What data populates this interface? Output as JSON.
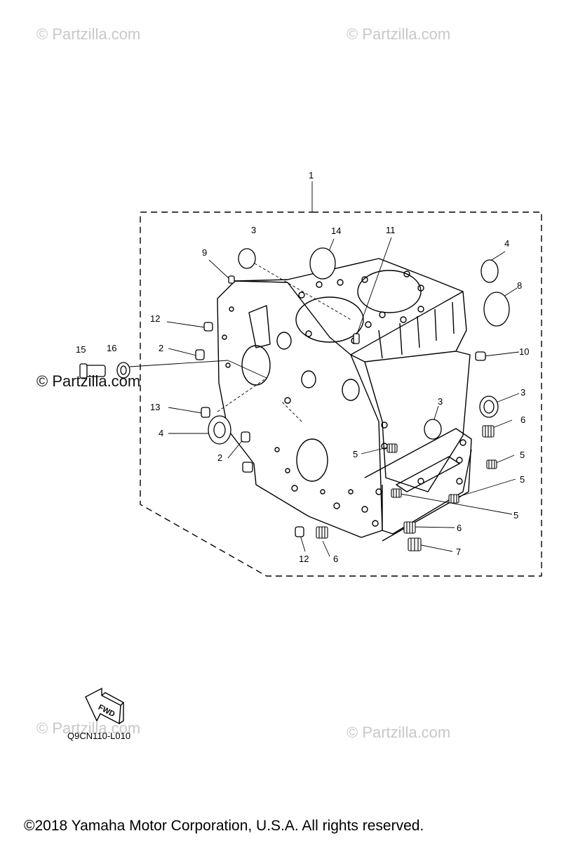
{
  "watermarks": {
    "top_left": "© Partzilla.com",
    "top_right": "© Partzilla.com",
    "mid_left": "© Partzilla.com",
    "bottom_left": "© Partzilla.com",
    "bottom_right": "© Partzilla.com"
  },
  "callouts": {
    "c1": "1",
    "c3a": "3",
    "c14": "14",
    "c11": "11",
    "c4a": "4",
    "c9": "9",
    "c8": "8",
    "c12a": "12",
    "c2a": "2",
    "c15": "15",
    "c16": "16",
    "c10": "10",
    "c3b": "3",
    "c13": "13",
    "c3c": "3",
    "c6a": "6",
    "c4b": "4",
    "c2b": "2",
    "c5a": "5",
    "c5b": "5",
    "c5c": "5",
    "c5d": "5",
    "c6b": "6",
    "c7": "7",
    "c12b": "12",
    "c6c": "6"
  },
  "fwd_label": "FWD",
  "diagram_code": "Q9CN110-L010",
  "copyright": "©2018  Yamaha Motor Corporation, U.S.A. All rights reserved."
}
